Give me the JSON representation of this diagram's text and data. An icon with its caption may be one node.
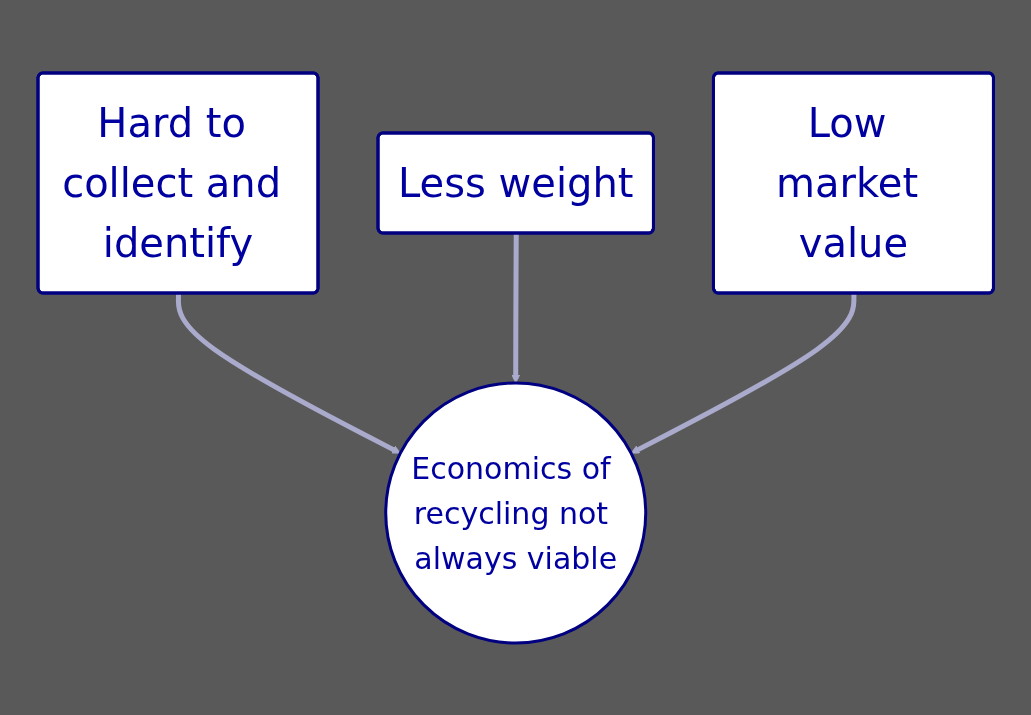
{
  "diagram": {
    "nodes": [
      {
        "text": [
          "Hard to collect and identify"
        ]
      },
      {
        "text": [
          "Less weight"
        ]
      },
      {
        "text": [
          "Low market value"
        ]
      },
      {
        "text": [
          "Economics of recycling not always viable"
        ]
      }
    ],
    "edges": [
      {
        "from": 0,
        "to": 3,
        "arrow": "to"
      },
      {
        "from": 1,
        "to": 3,
        "arrow": "to"
      },
      {
        "from": 2,
        "to": 3,
        "arrow": "to"
      }
    ]
  }
}
